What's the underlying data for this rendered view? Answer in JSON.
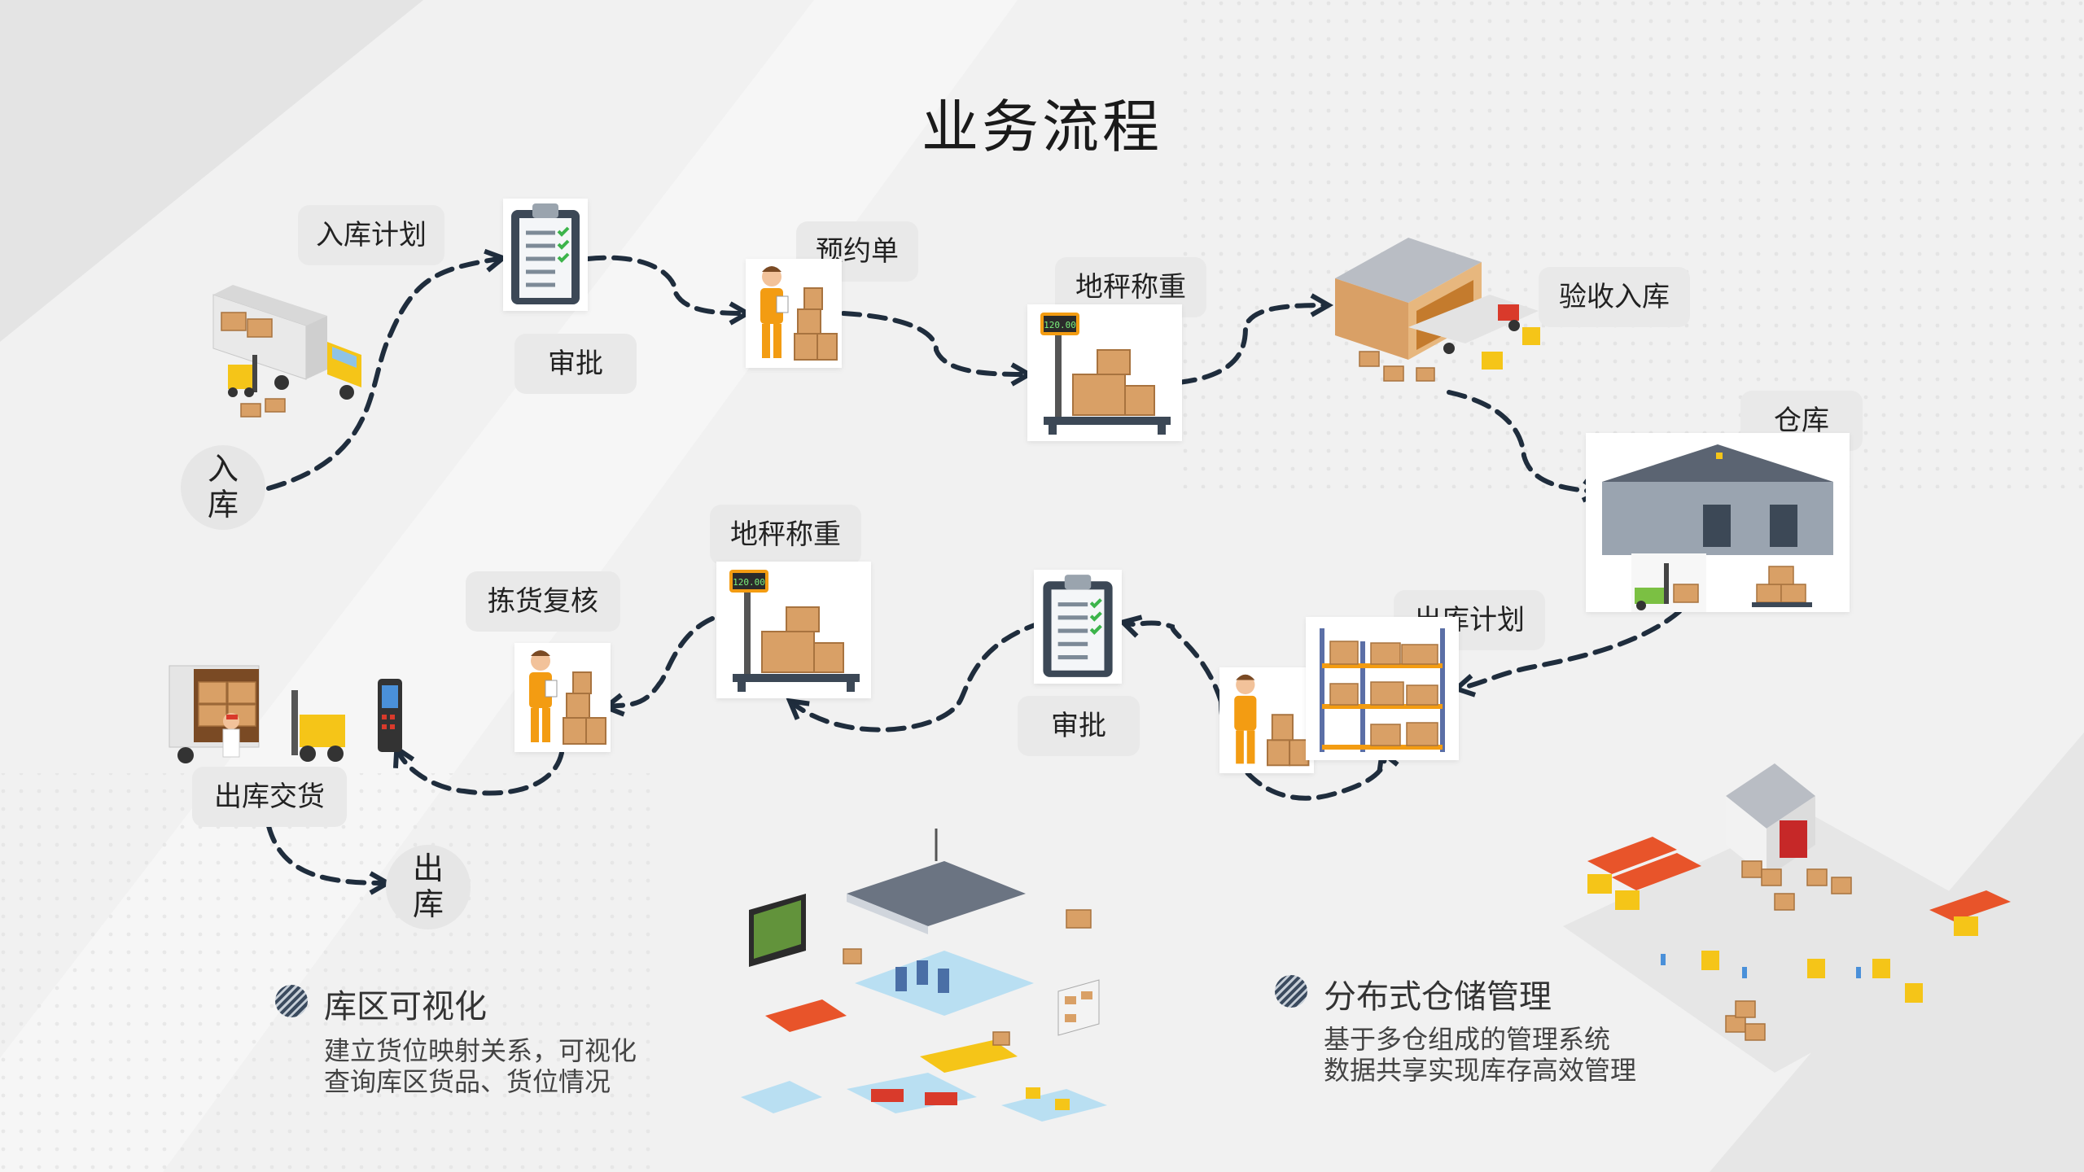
{
  "title": "业务流程",
  "start_node": {
    "line1": "入",
    "line2": "库"
  },
  "end_node": {
    "line1": "出",
    "line2": "库"
  },
  "inbound": {
    "plan": "入库计划",
    "approve": "审批",
    "appointment": "预约单",
    "weigh": "地秤称重",
    "accept": "验收入库",
    "warehouse": "仓库"
  },
  "outbound": {
    "plan": "出库计划",
    "approve": "审批",
    "weigh": "地秤称重",
    "pick_check": "拣货复核",
    "deliver": "出库交货"
  },
  "scale_reading": "120.00",
  "features": {
    "visual": {
      "title": "库区可视化",
      "line1": "建立货位映射关系，可视化",
      "line2": "查询库区货品、货位情况"
    },
    "distributed": {
      "title": "分布式仓储管理",
      "line1": "基于多仓组成的管理系统",
      "line2": "数据共享实现库存高效管理"
    }
  },
  "colors": {
    "arrow": "#1f2d3d",
    "box": "#d9a066",
    "vest": "#f39c12",
    "truck_red": "#e8542a",
    "roof": "#5b6472"
  }
}
